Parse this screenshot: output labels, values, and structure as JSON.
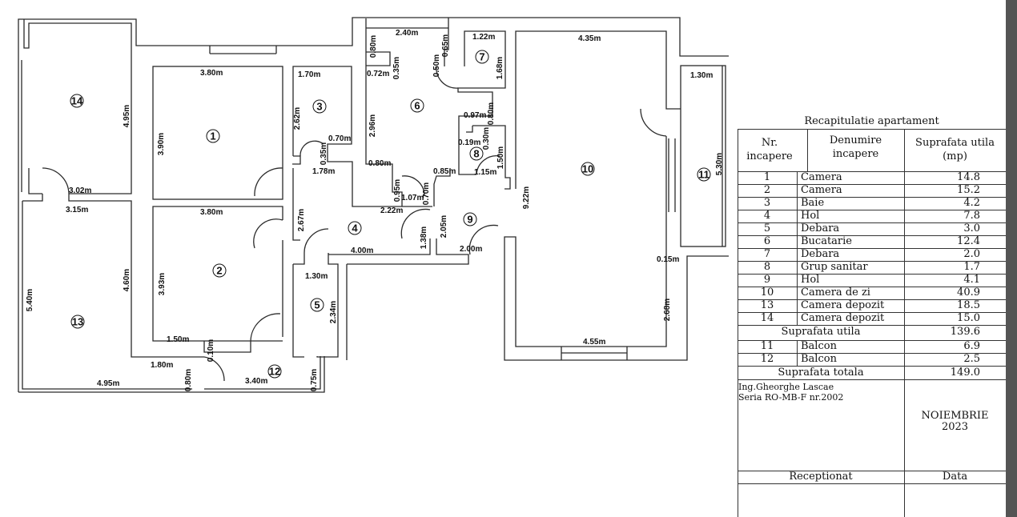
{
  "plan": {
    "rooms": [
      "14",
      "1",
      "3",
      "13",
      "2",
      "5",
      "4",
      "12",
      "6",
      "7",
      "8",
      "9",
      "10",
      "11"
    ],
    "dimensions": [
      "3.80m",
      "1.70m",
      "2.62m",
      "0.70m",
      "0.35m",
      "1.78m",
      "3.90m",
      "4.95m",
      "3.02m",
      "3.15m",
      "3.80m",
      "2.67m",
      "4.00m",
      "3.93m",
      "4.60m",
      "5.40m",
      "1.30m",
      "2.34m",
      "1.50m",
      "0.10m",
      "1.80m",
      "0.80m",
      "4.95m",
      "3.40m",
      "0.75m",
      "2.40m",
      "0.80m",
      "0.65m",
      "0.35m",
      "0.72m",
      "0.50m",
      "1.22m",
      "1.68m",
      "4.35m",
      "1.30m",
      "2.96m",
      "0.97m",
      "0.80m",
      "0.30m",
      "0.19m",
      "1.50m",
      "5.30m",
      "0.80m",
      "0.85m",
      "1.15m",
      "0.95m",
      "1.07m",
      "0.70m",
      "2.22m",
      "9.22m",
      "1.38m",
      "2.05m",
      "2.00m",
      "0.15m",
      "2.68m",
      "4.55m"
    ]
  },
  "table": {
    "title": "Recapitulatie apartament",
    "headers": [
      "Nr. incapere",
      "Denumire incapere",
      "Suprafata utila (mp)"
    ],
    "rows": [
      {
        "nr": "1",
        "name": "Camera",
        "area": "14.8"
      },
      {
        "nr": "2",
        "name": "Camera",
        "area": "15.2"
      },
      {
        "nr": "3",
        "name": "Baie",
        "area": "4.2"
      },
      {
        "nr": "4",
        "name": "Hol",
        "area": "7.8"
      },
      {
        "nr": "5",
        "name": "Debara",
        "area": "3.0"
      },
      {
        "nr": "6",
        "name": "Bucatarie",
        "area": "12.4"
      },
      {
        "nr": "7",
        "name": "Debara",
        "area": "2.0"
      },
      {
        "nr": "8",
        "name": "Grup sanitar",
        "area": "1.7"
      },
      {
        "nr": "9",
        "name": "Hol",
        "area": "4.1"
      },
      {
        "nr": "10",
        "name": "Camera de zi",
        "area": "40.9"
      },
      {
        "nr": "13",
        "name": "Camera depozit",
        "area": "18.5"
      },
      {
        "nr": "14",
        "name": "Camera depozit",
        "area": "15.0"
      }
    ],
    "useful_label": "Suprafata utila",
    "useful_value": "139.6",
    "balcony_rows": [
      {
        "nr": "11",
        "name": "Balcon",
        "area": "6.9"
      },
      {
        "nr": "12",
        "name": "Balcon",
        "area": "2.5"
      }
    ],
    "total_label": "Suprafata totala",
    "total_value": "149.0",
    "engineer": "Ing.Gheorghe Lascae",
    "series": "Seria RO-MB-F nr.2002",
    "month": "NOIEMBRIE",
    "year": "2023",
    "received_label": "Receptionat",
    "date_label": "Data"
  }
}
